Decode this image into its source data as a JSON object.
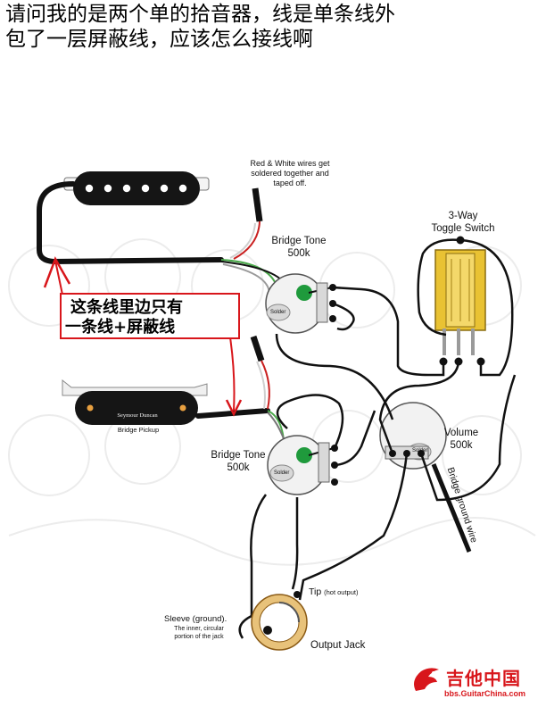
{
  "question": {
    "line1": "请问我的是两个单的拾音器，线是单条线外",
    "line2": "包了一层屏蔽线，应该怎么接线啊"
  },
  "annotation": {
    "line1": "这条线里边只有",
    "line2": "一条线+屏蔽线"
  },
  "labels": {
    "red_white_note": [
      "Red & White wires get",
      "soldered together and",
      "taped off."
    ],
    "bridge_tone_top": [
      "Bridge Tone",
      "500k"
    ],
    "toggle": [
      "3-Way",
      "Toggle Switch"
    ],
    "bridge_tone_bottom": [
      "Bridge Tone",
      "500k"
    ],
    "volume": [
      "Volume",
      "500k"
    ],
    "bridge_ground": "Bridge ground wire",
    "pickup_brand": "Seymour Duncan",
    "bridge_pickup": "Bridge Pickup",
    "solder": "Solder",
    "tip": "Tip",
    "tip_note": "(hot output)",
    "sleeve": "Sleeve (ground).",
    "sleeve_note": [
      "The inner, circular",
      "portion of the jack"
    ],
    "output_jack": "Output Jack"
  },
  "watermark": {
    "text": "吉他中国",
    "url": "bbs.GuitarChina.com"
  },
  "colors": {
    "annotation_red": "#d8161b",
    "cap_green": "#1f9a3c",
    "switch_yellow": "#e9c233",
    "wire_black": "#111111",
    "jack_tan": "#e8c27a"
  }
}
